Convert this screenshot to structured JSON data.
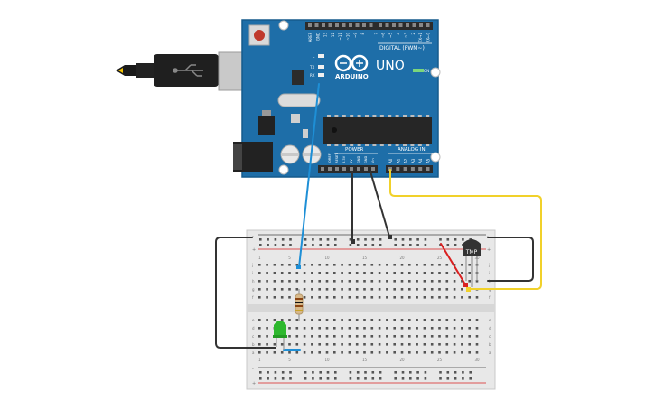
{
  "canvas": {
    "background": "#ffffff"
  },
  "arduino": {
    "board_text": "ARDUINO",
    "model_text": "UNO",
    "on_led_label": "ON",
    "digital_header_label": "DIGITAL (PWM~)",
    "power_header_label": "POWER",
    "analog_header_label": "ANALOG IN",
    "digital_pin_labels": [
      "AREF",
      "GND",
      "13",
      "12",
      "~11",
      "~10",
      "~9",
      "8",
      "7",
      "~6",
      "~5",
      "4",
      "~3",
      "2",
      "TX→1",
      "RX←0"
    ],
    "power_pin_labels": [
      "IOREF",
      "RESET",
      "3.3V",
      "5V",
      "GND",
      "GND",
      "Vin"
    ],
    "analog_pin_labels": [
      "A0",
      "A1",
      "A2",
      "A3",
      "A4",
      "A5"
    ],
    "led_labels": [
      "L",
      "TX",
      "RX"
    ],
    "board_color": "#1e6ea8",
    "board_edge_color": "#155a8c"
  },
  "usb": {
    "icon": "usb-icon"
  },
  "sensor": {
    "label": "TMP",
    "color": "#333333"
  },
  "breadboard": {
    "column_numbers": [
      "1",
      "5",
      "10",
      "15",
      "20",
      "25",
      "30"
    ],
    "row_letters_top": [
      "a",
      "b",
      "c",
      "d",
      "e"
    ],
    "row_letters_bottom": [
      "f",
      "g",
      "h",
      "i",
      "j"
    ],
    "plus_sign": "+",
    "minus_sign": "-"
  },
  "wires": {
    "blue": "#1e8fd6",
    "dark": "#333333",
    "yellow": "#f1d12a",
    "red": "#d92020"
  },
  "led": {
    "color": "#2db82d"
  }
}
